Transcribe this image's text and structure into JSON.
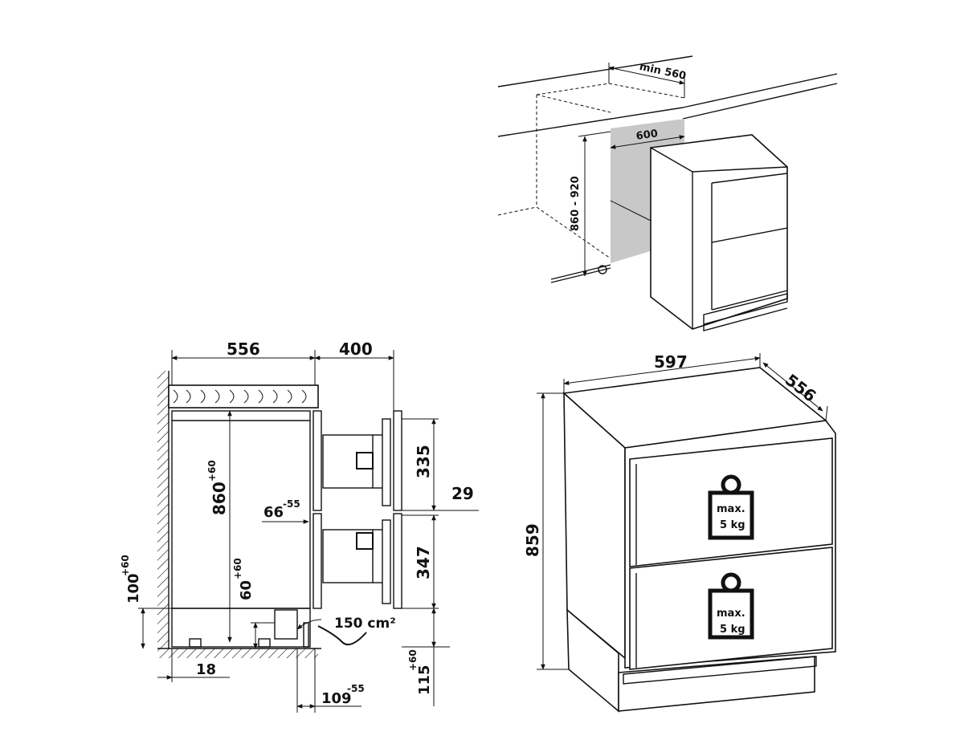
{
  "install_view": {
    "dim_min_depth": "min 560",
    "dim_width": "600",
    "dim_height_range": "860 - 920"
  },
  "side_view": {
    "dim_depth": "556",
    "dim_drawer_pull": "400",
    "dim_height": "860",
    "dim_height_sup": "+60",
    "dim_upper_drawer": "335",
    "dim_gap": "29",
    "dim_lower_drawer": "347",
    "dim_plinth_offset": "66",
    "dim_plinth_offset_sup": "-55",
    "dim_foot_height": "100",
    "dim_foot_height_sup": "+60",
    "dim_vent_height": "60",
    "dim_vent_height_sup": "+60",
    "vent_area": "150 cm²",
    "dim_wall_gap": "18",
    "dim_plinth_depth": "109",
    "dim_plinth_depth_sup": "-55",
    "dim_base_height": "115",
    "dim_base_height_sup": "+60"
  },
  "product_view": {
    "dim_width": "597",
    "dim_depth": "556",
    "dim_height": "859",
    "upper_drawer_label_1": "max.",
    "upper_drawer_label_2": "5 kg",
    "lower_drawer_label_1": "max.",
    "lower_drawer_label_2": "5 kg"
  }
}
